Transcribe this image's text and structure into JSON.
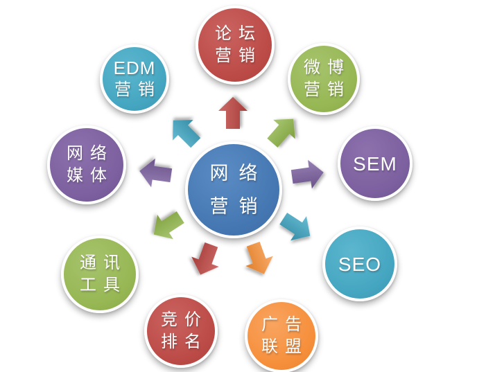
{
  "diagram": {
    "type": "radial-hub-spoke",
    "background": "#ffffff",
    "center": {
      "id": "network-marketing",
      "lines": [
        "网络",
        "营销"
      ],
      "color": "#4A7EBB"
    },
    "nodes": [
      {
        "id": "forum-marketing",
        "lines": [
          "论坛",
          "营销"
        ],
        "color": "#BF4F4C",
        "direction": "up"
      },
      {
        "id": "weibo-marketing",
        "lines": [
          "微博",
          "营销"
        ],
        "color": "#9BBB59",
        "direction": "up-right"
      },
      {
        "id": "sem",
        "lines": [
          "SEM"
        ],
        "color": "#8064A2",
        "direction": "right"
      },
      {
        "id": "seo",
        "lines": [
          "SEO"
        ],
        "color": "#4BACC6",
        "direction": "down-right"
      },
      {
        "id": "ad-alliance",
        "lines": [
          "广告",
          "联盟"
        ],
        "color": "#F79646",
        "direction": "down-right-low"
      },
      {
        "id": "bidding-rank",
        "lines": [
          "竞价",
          "排名"
        ],
        "color": "#BF4F4C",
        "direction": "down-left-low"
      },
      {
        "id": "im-tools",
        "lines": [
          "通讯",
          "工具"
        ],
        "color": "#9BBB59",
        "direction": "down-left"
      },
      {
        "id": "online-media",
        "lines": [
          "网络",
          "媒体"
        ],
        "color": "#8064A2",
        "direction": "left"
      },
      {
        "id": "edm-marketing",
        "lines": [
          "EDM",
          "营销"
        ],
        "color": "#4BACC6",
        "direction": "up-left"
      }
    ],
    "arrows": [
      {
        "from": "network-marketing",
        "to": "forum-marketing",
        "color": "#BF4F4C"
      },
      {
        "from": "network-marketing",
        "to": "weibo-marketing",
        "color": "#9BBB59"
      },
      {
        "from": "network-marketing",
        "to": "sem",
        "color": "#8064A2"
      },
      {
        "from": "network-marketing",
        "to": "seo",
        "color": "#4BACC6"
      },
      {
        "from": "network-marketing",
        "to": "ad-alliance",
        "color": "#F79646"
      },
      {
        "from": "network-marketing",
        "to": "bidding-rank",
        "color": "#BF4F4C"
      },
      {
        "from": "network-marketing",
        "to": "im-tools",
        "color": "#9BBB59"
      },
      {
        "from": "network-marketing",
        "to": "online-media",
        "color": "#8064A2"
      },
      {
        "from": "network-marketing",
        "to": "edm-marketing",
        "color": "#4BACC6"
      }
    ],
    "palette": {
      "blue": "#4A7EBB",
      "red": "#BF4F4C",
      "green": "#9BBB59",
      "purple": "#8064A2",
      "cyan": "#4BACC6",
      "orange": "#F79646"
    }
  }
}
